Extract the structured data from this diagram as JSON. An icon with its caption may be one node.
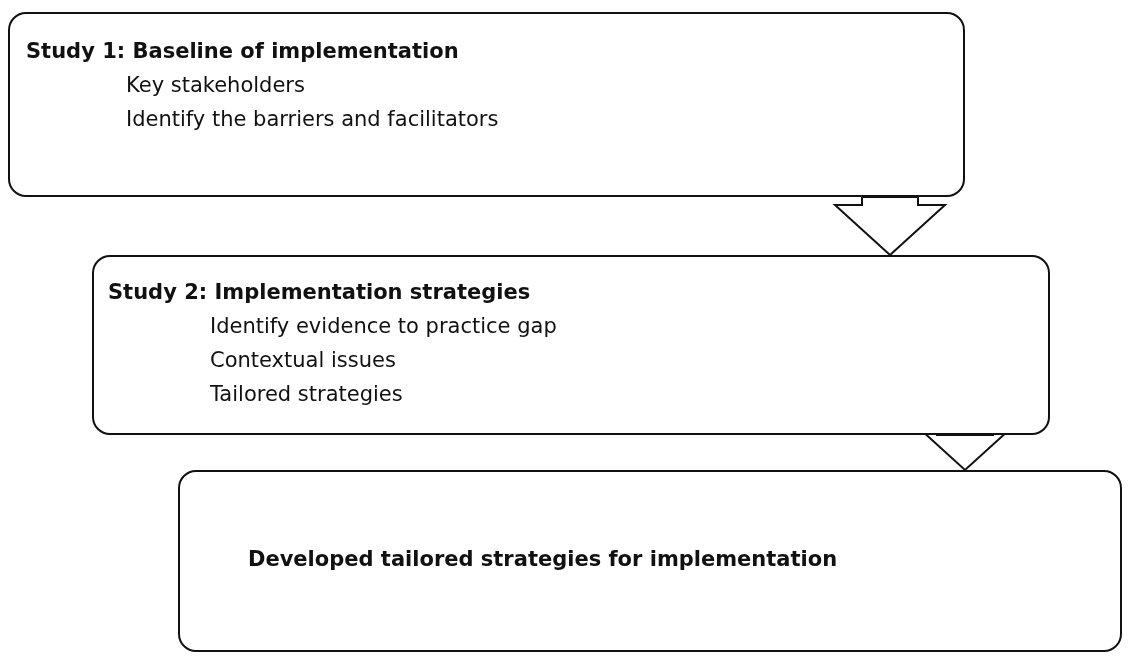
{
  "diagram": {
    "nodes": [
      {
        "text": [
          "Study 1: Baseline of implementation",
          "Key stakeholders",
          "Identify the barriers and facilitators"
        ]
      },
      {
        "text": [
          "Study 2: Implementation strategies",
          "Identify evidence to practice gap",
          "Contextual issues",
          "Tailored strategies"
        ]
      },
      {
        "text": [
          "Developed tailored strategies for implementation"
        ]
      }
    ],
    "edges": [
      {
        "from": 0,
        "to": 1,
        "arrow": "to"
      },
      {
        "from": 1,
        "to": 2,
        "arrow": "to"
      }
    ]
  }
}
